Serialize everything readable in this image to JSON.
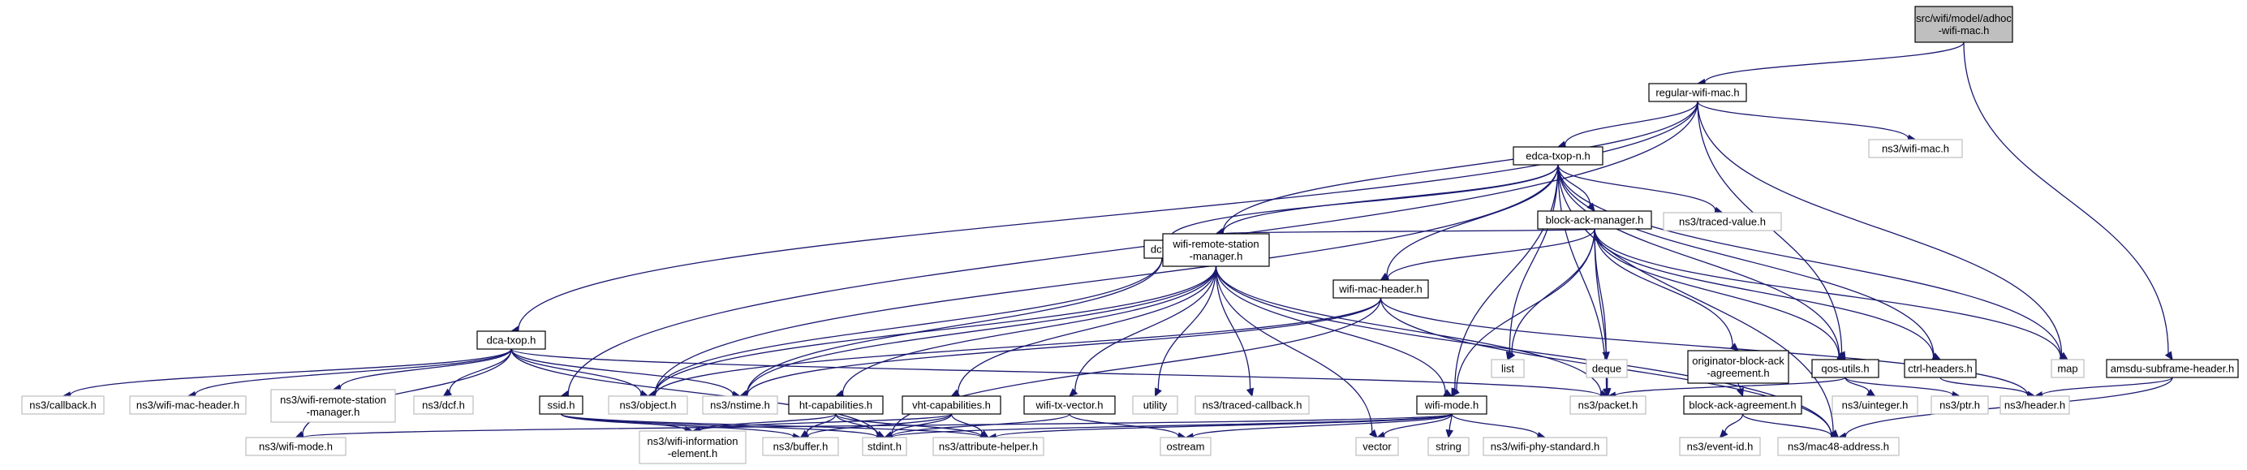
{
  "diagram": {
    "nodes": [
      {
        "id": "root",
        "label": [
          "src/wifi/model/adhoc",
          "-wifi-mac.h"
        ],
        "kind": "root"
      },
      {
        "id": "regular",
        "label": [
          "regular-wifi-mac.h"
        ],
        "kind": "box"
      },
      {
        "id": "edca",
        "label": [
          "edca-txop-n.h"
        ],
        "kind": "box"
      },
      {
        "id": "wifimac",
        "label": [
          "ns3/wifi-mac.h"
        ],
        "kind": "ext"
      },
      {
        "id": "dcatxop",
        "label": [
          "dca-txop.h"
        ],
        "kind": "box"
      },
      {
        "id": "bam",
        "label": [
          "block-ack-manager.h"
        ],
        "kind": "box"
      },
      {
        "id": "tracedval",
        "label": [
          "ns3/traced-value.h"
        ],
        "kind": "ext"
      },
      {
        "id": "dcf",
        "label": [
          "dcf.h"
        ],
        "kind": "box"
      },
      {
        "id": "wrsm",
        "label": [
          "wifi-remote-station",
          "-manager.h"
        ],
        "kind": "box"
      },
      {
        "id": "wmh",
        "label": [
          "wifi-mac-header.h"
        ],
        "kind": "box"
      },
      {
        "id": "list",
        "label": [
          "list"
        ],
        "kind": "ext"
      },
      {
        "id": "deque",
        "label": [
          "deque"
        ],
        "kind": "ext"
      },
      {
        "id": "oba",
        "label": [
          "originator-block-ack",
          "-agreement.h"
        ],
        "kind": "box"
      },
      {
        "id": "qos",
        "label": [
          "qos-utils.h"
        ],
        "kind": "box"
      },
      {
        "id": "ctrl",
        "label": [
          "ctrl-headers.h"
        ],
        "kind": "box"
      },
      {
        "id": "map",
        "label": [
          "map"
        ],
        "kind": "ext"
      },
      {
        "id": "amsdu",
        "label": [
          "amsdu-subframe-header.h"
        ],
        "kind": "box"
      },
      {
        "id": "callback",
        "label": [
          "ns3/callback.h"
        ],
        "kind": "ext"
      },
      {
        "id": "ns3wmh",
        "label": [
          "ns3/wifi-mac-header.h"
        ],
        "kind": "ext"
      },
      {
        "id": "ns3wrsm",
        "label": [
          "ns3/wifi-remote-station",
          "-manager.h"
        ],
        "kind": "ext"
      },
      {
        "id": "ns3dcf",
        "label": [
          "ns3/dcf.h"
        ],
        "kind": "ext"
      },
      {
        "id": "ssid",
        "label": [
          "ssid.h"
        ],
        "kind": "box"
      },
      {
        "id": "object",
        "label": [
          "ns3/object.h"
        ],
        "kind": "ext"
      },
      {
        "id": "nstime",
        "label": [
          "ns3/nstime.h"
        ],
        "kind": "ext"
      },
      {
        "id": "htcap",
        "label": [
          "ht-capabilities.h"
        ],
        "kind": "box"
      },
      {
        "id": "vhtcap",
        "label": [
          "vht-capabilities.h"
        ],
        "kind": "box"
      },
      {
        "id": "wtxv",
        "label": [
          "wifi-tx-vector.h"
        ],
        "kind": "box"
      },
      {
        "id": "utility",
        "label": [
          "utility"
        ],
        "kind": "ext"
      },
      {
        "id": "tracedcb",
        "label": [
          "ns3/traced-callback.h"
        ],
        "kind": "ext"
      },
      {
        "id": "wifimode",
        "label": [
          "wifi-mode.h"
        ],
        "kind": "box"
      },
      {
        "id": "packet",
        "label": [
          "ns3/packet.h"
        ],
        "kind": "ext"
      },
      {
        "id": "baa",
        "label": [
          "block-ack-agreement.h"
        ],
        "kind": "box"
      },
      {
        "id": "uinteger",
        "label": [
          "ns3/uinteger.h"
        ],
        "kind": "ext"
      },
      {
        "id": "ptr",
        "label": [
          "ns3/ptr.h"
        ],
        "kind": "ext"
      },
      {
        "id": "header",
        "label": [
          "ns3/header.h"
        ],
        "kind": "ext"
      },
      {
        "id": "ns3wifimode",
        "label": [
          "ns3/wifi-mode.h"
        ],
        "kind": "ext"
      },
      {
        "id": "wie",
        "label": [
          "ns3/wifi-information",
          "-element.h"
        ],
        "kind": "ext"
      },
      {
        "id": "buffer",
        "label": [
          "ns3/buffer.h"
        ],
        "kind": "ext"
      },
      {
        "id": "stdint",
        "label": [
          "stdint.h"
        ],
        "kind": "ext"
      },
      {
        "id": "attrhelper",
        "label": [
          "ns3/attribute-helper.h"
        ],
        "kind": "ext"
      },
      {
        "id": "ostream",
        "label": [
          "ostream"
        ],
        "kind": "ext"
      },
      {
        "id": "vector",
        "label": [
          "vector"
        ],
        "kind": "ext"
      },
      {
        "id": "string",
        "label": [
          "string"
        ],
        "kind": "ext"
      },
      {
        "id": "wps",
        "label": [
          "ns3/wifi-phy-standard.h"
        ],
        "kind": "ext"
      },
      {
        "id": "eventid",
        "label": [
          "ns3/event-id.h"
        ],
        "kind": "ext"
      },
      {
        "id": "mac48",
        "label": [
          "ns3/mac48-address.h"
        ],
        "kind": "ext"
      }
    ],
    "edges": [
      [
        "root",
        "regular"
      ],
      [
        "root",
        "amsdu"
      ],
      [
        "regular",
        "edca"
      ],
      [
        "regular",
        "wifimac"
      ],
      [
        "regular",
        "dcatxop"
      ],
      [
        "regular",
        "wrsm"
      ],
      [
        "regular",
        "ssid"
      ],
      [
        "regular",
        "qos"
      ],
      [
        "regular",
        "map"
      ],
      [
        "edca",
        "bam"
      ],
      [
        "edca",
        "tracedval"
      ],
      [
        "edca",
        "dcf"
      ],
      [
        "edca",
        "wrsm"
      ],
      [
        "edca",
        "wmh"
      ],
      [
        "edca",
        "list"
      ],
      [
        "edca",
        "qos"
      ],
      [
        "edca",
        "ctrl"
      ],
      [
        "edca",
        "map"
      ],
      [
        "edca",
        "object"
      ],
      [
        "edca",
        "packet"
      ],
      [
        "edca",
        "wifimode"
      ],
      [
        "edca",
        "mac48"
      ],
      [
        "bam",
        "wrsm"
      ],
      [
        "bam",
        "wmh"
      ],
      [
        "bam",
        "list"
      ],
      [
        "bam",
        "deque"
      ],
      [
        "bam",
        "oba"
      ],
      [
        "bam",
        "qos"
      ],
      [
        "bam",
        "ctrl"
      ],
      [
        "bam",
        "map"
      ],
      [
        "bam",
        "packet"
      ],
      [
        "bam",
        "wifimode"
      ],
      [
        "dcatxop",
        "callback"
      ],
      [
        "dcatxop",
        "ns3wmh"
      ],
      [
        "dcatxop",
        "ns3wrsm"
      ],
      [
        "dcatxop",
        "ns3dcf"
      ],
      [
        "dcatxop",
        "object"
      ],
      [
        "dcatxop",
        "nstime"
      ],
      [
        "dcatxop",
        "packet"
      ],
      [
        "dcatxop",
        "stdint"
      ],
      [
        "dcatxop",
        "ns3wifimode"
      ],
      [
        "dcf",
        "object"
      ],
      [
        "dcf",
        "nstime"
      ],
      [
        "wrsm",
        "object"
      ],
      [
        "wrsm",
        "nstime"
      ],
      [
        "wrsm",
        "htcap"
      ],
      [
        "wrsm",
        "vhtcap"
      ],
      [
        "wrsm",
        "wtxv"
      ],
      [
        "wrsm",
        "utility"
      ],
      [
        "wrsm",
        "tracedcb"
      ],
      [
        "wrsm",
        "wifimode"
      ],
      [
        "wrsm",
        "packet"
      ],
      [
        "wrsm",
        "vector"
      ],
      [
        "wrsm",
        "mac48"
      ],
      [
        "wmh",
        "nstime"
      ],
      [
        "wmh",
        "object"
      ],
      [
        "wmh",
        "header"
      ],
      [
        "wmh",
        "mac48"
      ],
      [
        "wmh",
        "stdint"
      ],
      [
        "oba",
        "baa"
      ],
      [
        "qos",
        "packet"
      ],
      [
        "qos",
        "uinteger"
      ],
      [
        "qos",
        "ptr"
      ],
      [
        "ctrl",
        "header"
      ],
      [
        "amsdu",
        "header"
      ],
      [
        "amsdu",
        "mac48"
      ],
      [
        "ssid",
        "wie"
      ],
      [
        "ssid",
        "buffer"
      ],
      [
        "ssid",
        "stdint"
      ],
      [
        "ssid",
        "attrhelper"
      ],
      [
        "htcap",
        "wie"
      ],
      [
        "htcap",
        "buffer"
      ],
      [
        "htcap",
        "stdint"
      ],
      [
        "htcap",
        "attrhelper"
      ],
      [
        "vhtcap",
        "wie"
      ],
      [
        "vhtcap",
        "buffer"
      ],
      [
        "vhtcap",
        "stdint"
      ],
      [
        "vhtcap",
        "attrhelper"
      ],
      [
        "wtxv",
        "stdint"
      ],
      [
        "wtxv",
        "ostream"
      ],
      [
        "wifimode",
        "ns3wifimode"
      ],
      [
        "wifimode",
        "attrhelper"
      ],
      [
        "wifimode",
        "ostream"
      ],
      [
        "wifimode",
        "vector"
      ],
      [
        "wifimode",
        "string"
      ],
      [
        "wifimode",
        "wps"
      ],
      [
        "wifimode",
        "stdint"
      ],
      [
        "baa",
        "eventid"
      ],
      [
        "baa",
        "mac48"
      ]
    ]
  }
}
